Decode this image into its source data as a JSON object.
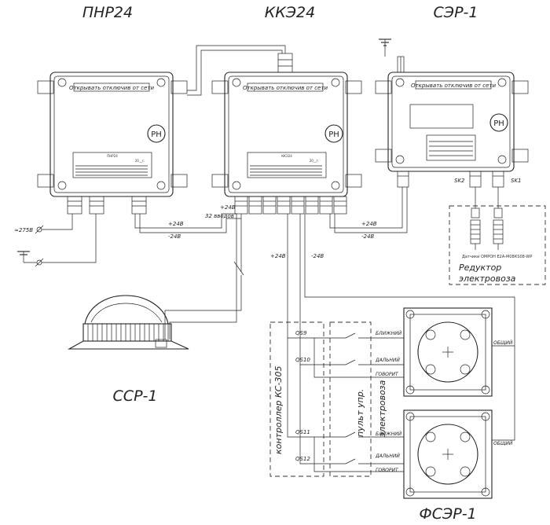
{
  "titles": {
    "pnr": "ПНР24",
    "kke": "ККЭ24",
    "ser": "СЭР-1",
    "ssr": "ССР-1",
    "fser": "ФСЭР-1"
  },
  "warning": "Открывать отключив от сети",
  "ph": "РН",
  "kke_inputs": "32 вводов",
  "power_in": "≈275В",
  "v_plus": "+24В",
  "v_minus": "-24В",
  "plates": {
    "pnr": "ПНР24",
    "kke": "ККЭ24",
    "year": "20__г."
  },
  "sk": {
    "sk2": "SK2",
    "sk1": "SK1"
  },
  "sensors_note": "Датчики ОМРОН Е2А-М08КS08-WP",
  "reducer": {
    "line1": "Редуктор",
    "line2": "электровоза"
  },
  "controller": "контроллер КС-305",
  "remote": {
    "line1": "пульт упр.",
    "line2": "электровоза"
  },
  "switches": [
    "QS9",
    "QS10",
    "QS11",
    "QS12"
  ],
  "signals": {
    "near": "БЛИЖНИЙ",
    "far": "ДАЛЬНИЙ",
    "speaks": "ГОВОРИТ",
    "common": "ОБЩИЙ"
  }
}
